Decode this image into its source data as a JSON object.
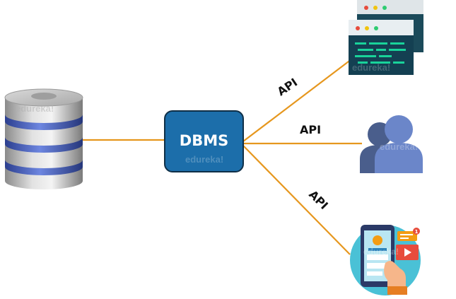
{
  "dbms_label": "DBMS",
  "api_labels": [
    "API",
    "API",
    "API"
  ],
  "watermark": "edureka!",
  "colors": {
    "line": "#e6971e",
    "dbms_fill": "#1c6eaa",
    "dbms_border": "#0f2f47",
    "label": "#111111"
  },
  "icons": [
    "database-icon",
    "server-windows-icon",
    "users-icon",
    "mobile-app-icon"
  ]
}
